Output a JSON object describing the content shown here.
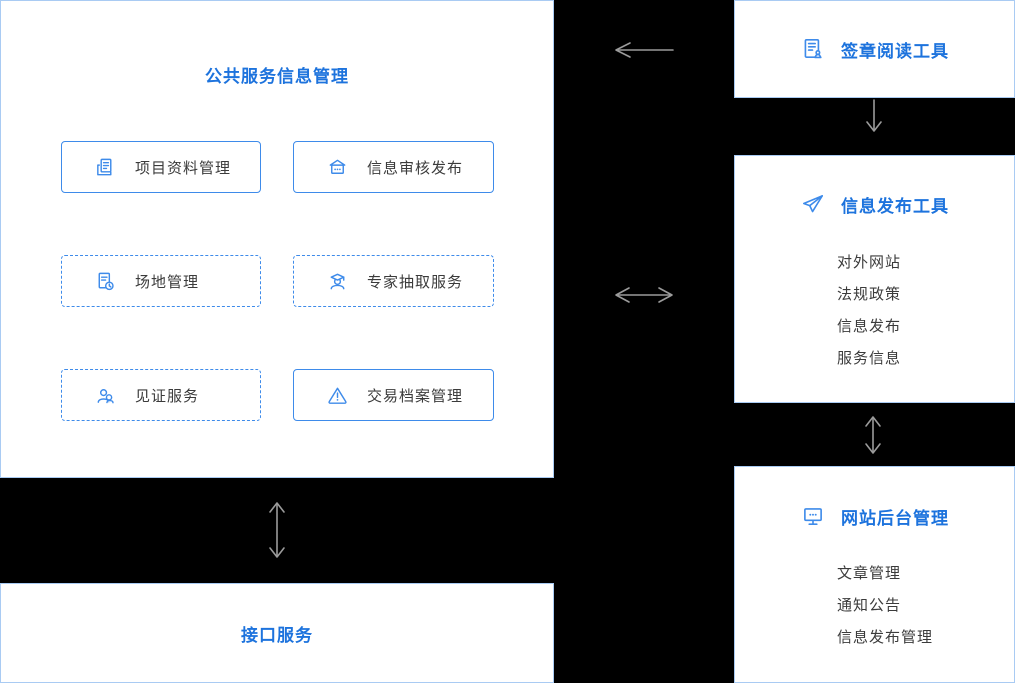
{
  "colors": {
    "accent_title": "#1d73dd",
    "module_border": "#3e8bea",
    "panel_border": "#a9cbf3",
    "panel_bg": "#ffffff",
    "item_text": "#3b3b3b",
    "arrow": "#9b9b9b",
    "background": "#000000"
  },
  "main_panel": {
    "title": "公共服务信息管理",
    "boxes": [
      {
        "label": "项目资料管理",
        "icon": "document-copy-icon",
        "border_style": "solid"
      },
      {
        "label": "信息审核发布",
        "icon": "signboard-dots-icon",
        "border_style": "solid"
      },
      {
        "label": "场地管理",
        "icon": "document-clock-icon",
        "border_style": "dashed"
      },
      {
        "label": "专家抽取服务",
        "icon": "expert-graduate-icon",
        "border_style": "dashed"
      },
      {
        "label": "见证服务",
        "icon": "people-icon",
        "border_style": "dashed"
      },
      {
        "label": "交易档案管理",
        "icon": "warning-triangle-icon",
        "border_style": "solid"
      }
    ]
  },
  "interface_panel": {
    "title": "接口服务"
  },
  "right_panels": [
    {
      "title": "签章阅读工具",
      "icon": "signature-document-icon",
      "items": []
    },
    {
      "title": "信息发布工具",
      "icon": "paper-plane-icon",
      "items": [
        "对外网站",
        "法规政策",
        "信息发布",
        "服务信息"
      ]
    },
    {
      "title": "网站后台管理",
      "icon": "monitor-dots-icon",
      "items": [
        "文章管理",
        "通知公告",
        "信息发布管理"
      ]
    }
  ],
  "arrows": [
    {
      "name": "arrow-right-to-main",
      "direction": "left"
    },
    {
      "name": "arrow-main-right",
      "direction": "horizontal-bidirectional"
    },
    {
      "name": "arrow-sign-to-publish",
      "direction": "down"
    },
    {
      "name": "arrow-publish-backend",
      "direction": "vertical-bidirectional"
    },
    {
      "name": "arrow-main-interface",
      "direction": "vertical-bidirectional"
    }
  ]
}
